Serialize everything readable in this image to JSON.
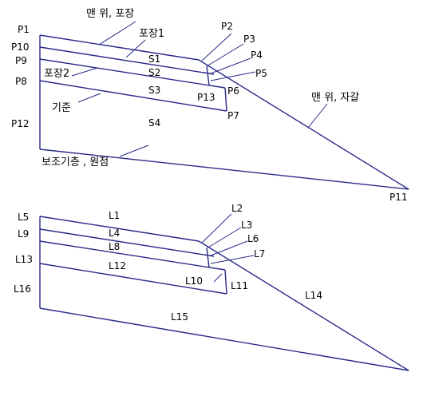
{
  "top_diagram": {
    "points": {
      "p1": "P1",
      "p2": "P2",
      "p3": "P3",
      "p4": "P4",
      "p5": "P5",
      "p6": "P6",
      "p7": "P7",
      "p8": "P8",
      "p9": "P9",
      "p10": "P10",
      "p11": "P11",
      "p12": "P12",
      "p13": "P13"
    },
    "surfaces": {
      "s1": "S1",
      "s2": "S2",
      "s3": "S3",
      "s4": "S4"
    },
    "annotations": {
      "top_pavement": "맨 위, 포장",
      "pavement1": "포장1",
      "pavement2": "포장2",
      "base": "기준",
      "top_gravel": "맨 위, 자갈",
      "subbase_origin": "보조기층 , 원점"
    }
  },
  "bottom_diagram": {
    "lines": {
      "l1": "L1",
      "l2": "L2",
      "l3": "L3",
      "l4": "L4",
      "l5": "L5",
      "l6": "L6",
      "l7": "L7",
      "l8": "L8",
      "l9": "L9",
      "l10": "L10",
      "l11": "L11",
      "l12": "L12",
      "l13": "L13",
      "l14": "L14",
      "l15": "L15",
      "l16": "L16"
    }
  }
}
